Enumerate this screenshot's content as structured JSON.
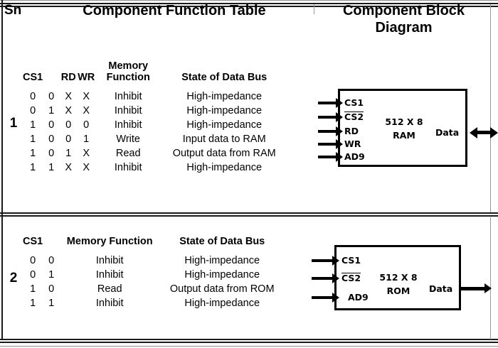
{
  "header": {
    "sn_label": "Sn",
    "title_table": "Component Function Table",
    "title_diagram": "Component Block Diagram"
  },
  "sections": [
    {
      "serial": "1",
      "table": {
        "headers": [
          "CS1",
          "",
          "RD",
          "WR",
          "Memory\nFunction",
          "State of Data Bus"
        ],
        "rows": [
          [
            "0",
            "0",
            "X",
            "X",
            "Inhibit",
            "High-impedance"
          ],
          [
            "0",
            "1",
            "X",
            "X",
            "Inhibit",
            "High-impedance"
          ],
          [
            "1",
            "0",
            "0",
            "0",
            "Inhibit",
            "High-impedance"
          ],
          [
            "1",
            "0",
            "0",
            "1",
            "Write",
            "Input data to RAM"
          ],
          [
            "1",
            "0",
            "1",
            "X",
            "Read",
            "Output data from RAM"
          ],
          [
            "1",
            "1",
            "X",
            "X",
            "Inhibit",
            "High-impedance"
          ]
        ]
      },
      "block": {
        "pins": [
          "CS1",
          "CS2",
          "RD",
          "WR",
          "AD9"
        ],
        "overbar_pins": [
          "CS2"
        ],
        "caption": "512 X 8\nRAM",
        "data_label": "Data",
        "data_direction": "bidirectional"
      }
    },
    {
      "serial": "2",
      "table": {
        "headers": [
          "CS1",
          "",
          "Memory Function",
          "State of Data Bus"
        ],
        "rows": [
          [
            "0",
            "0",
            "Inhibit",
            "High-impedance"
          ],
          [
            "0",
            "1",
            "Inhibit",
            "High-impedance"
          ],
          [
            "1",
            "0",
            "Read",
            "Output data from ROM"
          ],
          [
            "1",
            "1",
            "Inhibit",
            "High-impedance"
          ]
        ]
      },
      "block": {
        "pins": [
          "CS1",
          "CS2",
          "AD9"
        ],
        "overbar_pins": [
          "CS2"
        ],
        "caption": "512 X 8\nROM",
        "data_label": "Data",
        "data_direction": "output"
      }
    }
  ]
}
